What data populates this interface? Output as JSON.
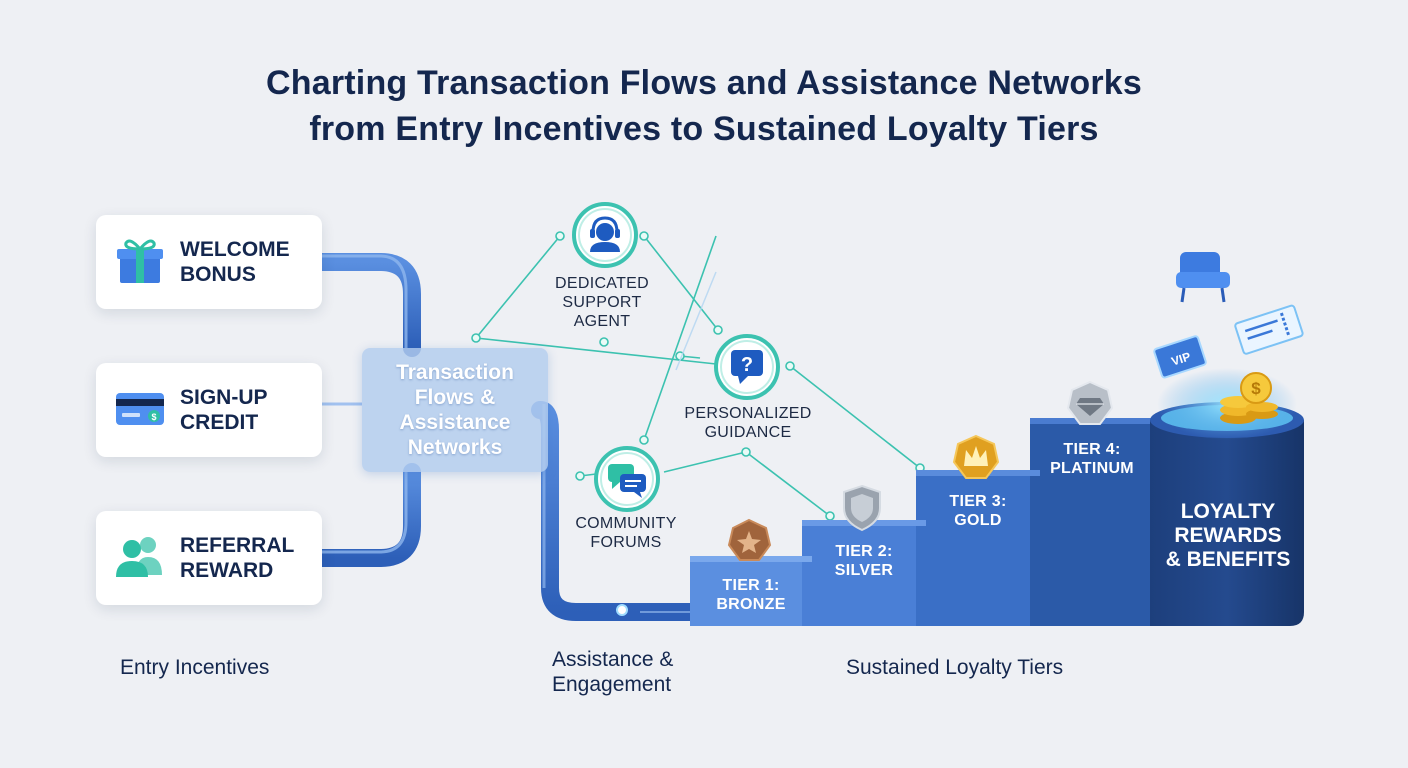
{
  "title": {
    "line1": "Charting Transaction Flows and Assistance Networks",
    "line2": "from Entry Incentives to Sustained Loyalty Tiers"
  },
  "entry_cards": [
    {
      "label_1": "WELCOME",
      "label_2": "BONUS",
      "icon": "gift-icon"
    },
    {
      "label_1": "SIGN-UP",
      "label_2": "CREDIT",
      "icon": "credit-card-icon"
    },
    {
      "label_1": "REFERRAL",
      "label_2": "REWARD",
      "icon": "users-icon"
    }
  ],
  "hub": {
    "line1": "Transaction",
    "line2": "Flows &",
    "line3": "Assistance",
    "line4": "Networks"
  },
  "assistance_nodes": [
    {
      "line1": "DEDICATED",
      "line2": "SUPPORT",
      "line3": "AGENT",
      "icon": "headset-icon"
    },
    {
      "line1": "PERSONALIZED",
      "line2": "GUIDANCE",
      "icon": "question-bubble-icon"
    },
    {
      "line1": "COMMUNITY",
      "line2": "FORUMS",
      "icon": "chat-bubbles-icon"
    }
  ],
  "tiers": [
    {
      "line1": "TIER 1:",
      "line2": "BRONZE",
      "icon": "star-badge-icon",
      "color": "#a0643c"
    },
    {
      "line1": "TIER 2:",
      "line2": "SILVER",
      "icon": "shield-badge-icon",
      "color": "#9aa3ae"
    },
    {
      "line1": "TIER 3:",
      "line2": "GOLD",
      "icon": "crown-badge-icon",
      "color": "#e0a020"
    },
    {
      "line1": "TIER 4:",
      "line2": "PLATINUM",
      "icon": "diamond-badge-icon",
      "color": "#b8bfc8"
    }
  ],
  "loyalty": {
    "line1": "LOYALTY",
    "line2": "REWARDS",
    "line3": "& BENEFITS",
    "ticket_text": "VIP",
    "icons": [
      "armchair-icon",
      "vip-ticket-icon",
      "boarding-pass-icon",
      "coins-icon"
    ]
  },
  "sections": {
    "entry": "Entry Incentives",
    "assist_1": "Assistance &",
    "assist_2": "Engagement",
    "loyalty": "Sustained Loyalty Tiers"
  },
  "colors": {
    "navy": "#14274e",
    "pipe": "#3b72c8",
    "teal": "#2fbfa5",
    "step_light": "#5b8fe0",
    "step_dark": "#1d3f7c"
  }
}
